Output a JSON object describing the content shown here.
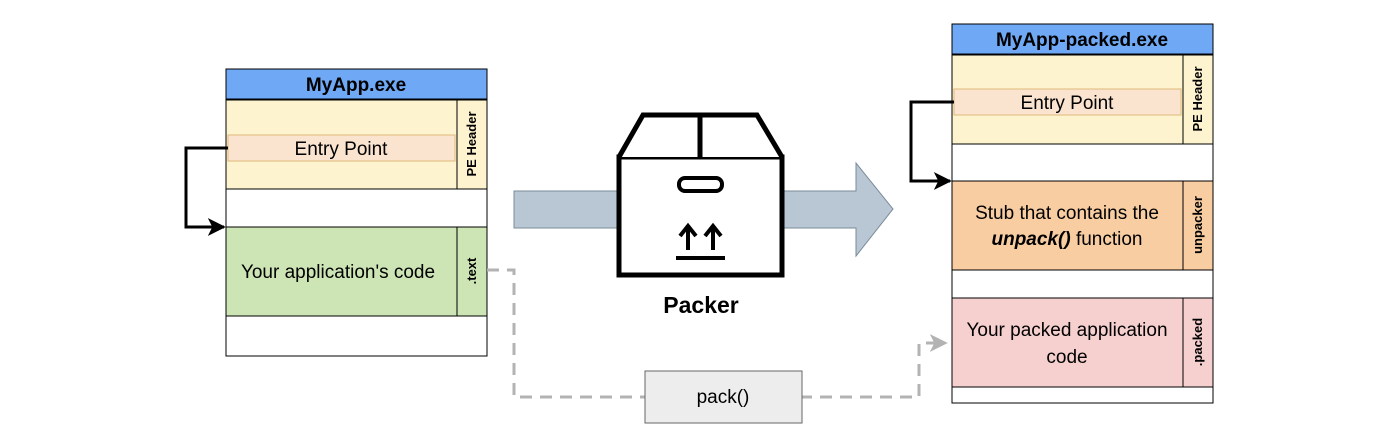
{
  "left_exe": {
    "title": "MyApp.exe",
    "pe_header": {
      "side_label": "PE Header",
      "entry_point": "Entry Point"
    },
    "text_section": {
      "side_label": ".text",
      "content": "Your application's code"
    }
  },
  "packer": {
    "label": "Packer",
    "icon": "package-box-icon"
  },
  "pack_step": {
    "label": "pack()"
  },
  "right_exe": {
    "title": "MyApp-packed.exe",
    "pe_header": {
      "side_label": "PE Header",
      "entry_point": "Entry Point"
    },
    "unpacker_section": {
      "side_label": "unpacker",
      "line1": "Stub that contains the",
      "line2_emphasis": "unpack()",
      "line2_rest": " function"
    },
    "packed_section": {
      "side_label": ".packed",
      "line1": "Your packed application",
      "line2": "code"
    }
  },
  "colors": {
    "title_bar": "#6fa8f5",
    "pe_header": "#fdf3cf",
    "entry_point": "#fbe4cf",
    "text_section": "#cde5b4",
    "unpacker_section": "#f8cda2",
    "packed_section": "#f6cfcf",
    "big_arrow": "#b8c7d3",
    "pack_box": "#ededed",
    "dashed_line": "#b3b3b3"
  }
}
